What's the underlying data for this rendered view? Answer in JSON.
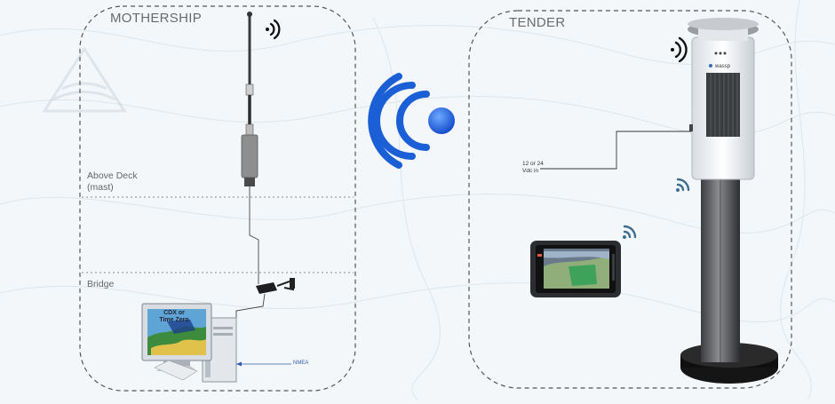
{
  "mothership": {
    "title": "MOTHERSHIP",
    "zone_above": [
      "Above Deck",
      "(mast)"
    ],
    "zone_bridge": "Bridge",
    "monitor_text": [
      "CDX or",
      "Time Zero"
    ],
    "nmea_label": "NMEA"
  },
  "tender": {
    "title": "TENDER",
    "power_label": [
      "12 or  24",
      "Vdc in"
    ],
    "device_brand": "wassp"
  },
  "colors": {
    "panel_border": "#555555",
    "wifi_blue": "#1a5fd6",
    "background": "#f4f7f9"
  }
}
